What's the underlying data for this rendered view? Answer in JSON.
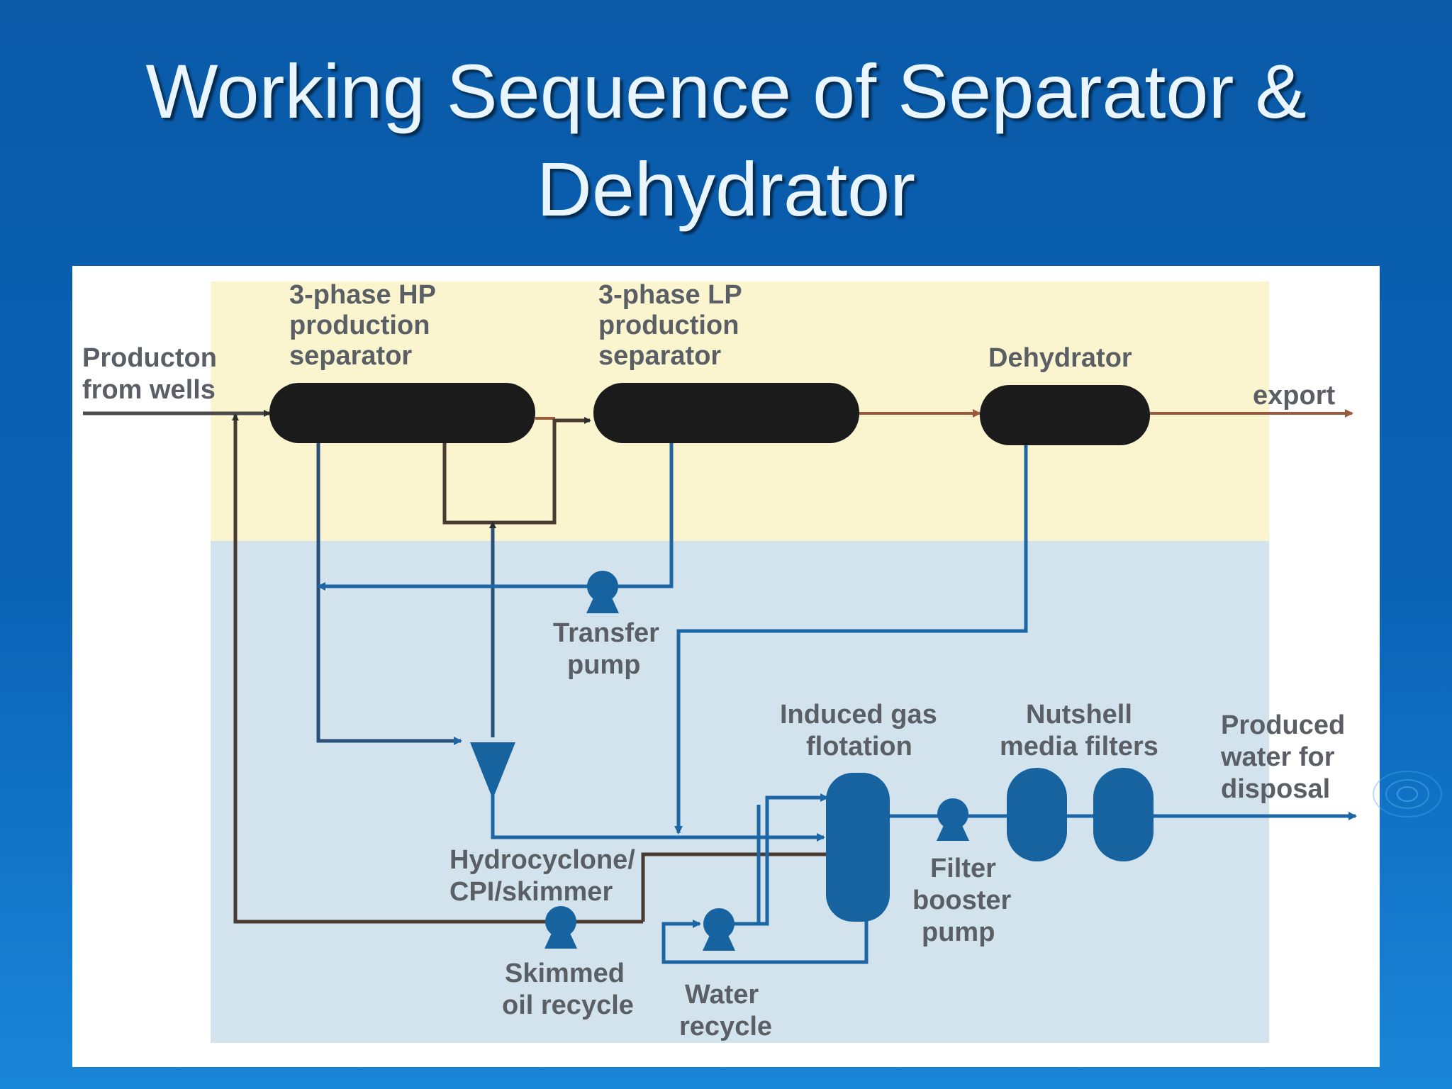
{
  "slide": {
    "title_line1": "Working Sequence of Separator &",
    "title_line2": "Dehydrator"
  },
  "colors": {
    "background": "#0b63b6",
    "title_text": "#e9f6ff",
    "gas_zone": "#fbf5cf",
    "liquid_zone": "#d3e3ed",
    "vessel_dark": "#1b1b1b",
    "vessel_blue": "#1763a0",
    "oil_line": "#9a5a3c",
    "water_line": "#1d66a6"
  },
  "diagram": {
    "labels": {
      "production_1": "Producton",
      "production_2": "from wells",
      "hp_1": "3-phase HP",
      "hp_2": "production",
      "hp_3": "separator",
      "lp_1": "3-phase LP",
      "lp_2": "production",
      "lp_3": "separator",
      "dehydrator": "Dehydrator",
      "export": "export",
      "transfer_1": "Transfer",
      "transfer_2": "pump",
      "igf_1": "Induced gas",
      "igf_2": "flotation",
      "nutshell_1": "Nutshell",
      "nutshell_2": "media filters",
      "produced_1": "Produced",
      "produced_2": "water for",
      "produced_3": "disposal",
      "hydro_1": "Hydrocyclone/",
      "hydro_2": "CPI/skimmer",
      "filter_1": "Filter",
      "filter_2": "booster",
      "filter_3": "pump",
      "skimmed_1": "Skimmed",
      "skimmed_2": "oil recycle",
      "water_1": "Water",
      "water_2": "recycle"
    }
  }
}
